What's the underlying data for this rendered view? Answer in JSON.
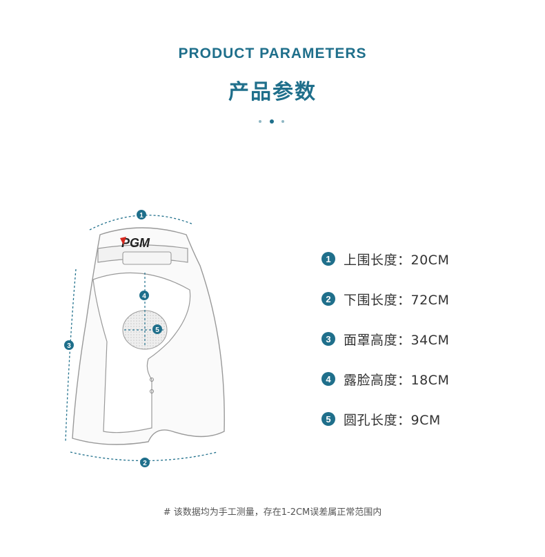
{
  "header": {
    "title_en": "PRODUCT PARAMETERS",
    "title_cn": "产品参数"
  },
  "colors": {
    "accent": "#1f6f8b",
    "outline": "#888888"
  },
  "diagram": {
    "logo": "PGM",
    "markers": [
      "1",
      "2",
      "3",
      "4",
      "5"
    ]
  },
  "params": [
    {
      "num": "1",
      "text": "上围长度：20CM"
    },
    {
      "num": "2",
      "text": "下围长度：72CM"
    },
    {
      "num": "3",
      "text": "面罩高度：34CM"
    },
    {
      "num": "4",
      "text": "露脸高度：18CM"
    },
    {
      "num": "5",
      "text": "圆孔长度：9CM"
    }
  ],
  "footnote": "# 该数据均为手工测量，存在1-2CM误差属正常范围内"
}
